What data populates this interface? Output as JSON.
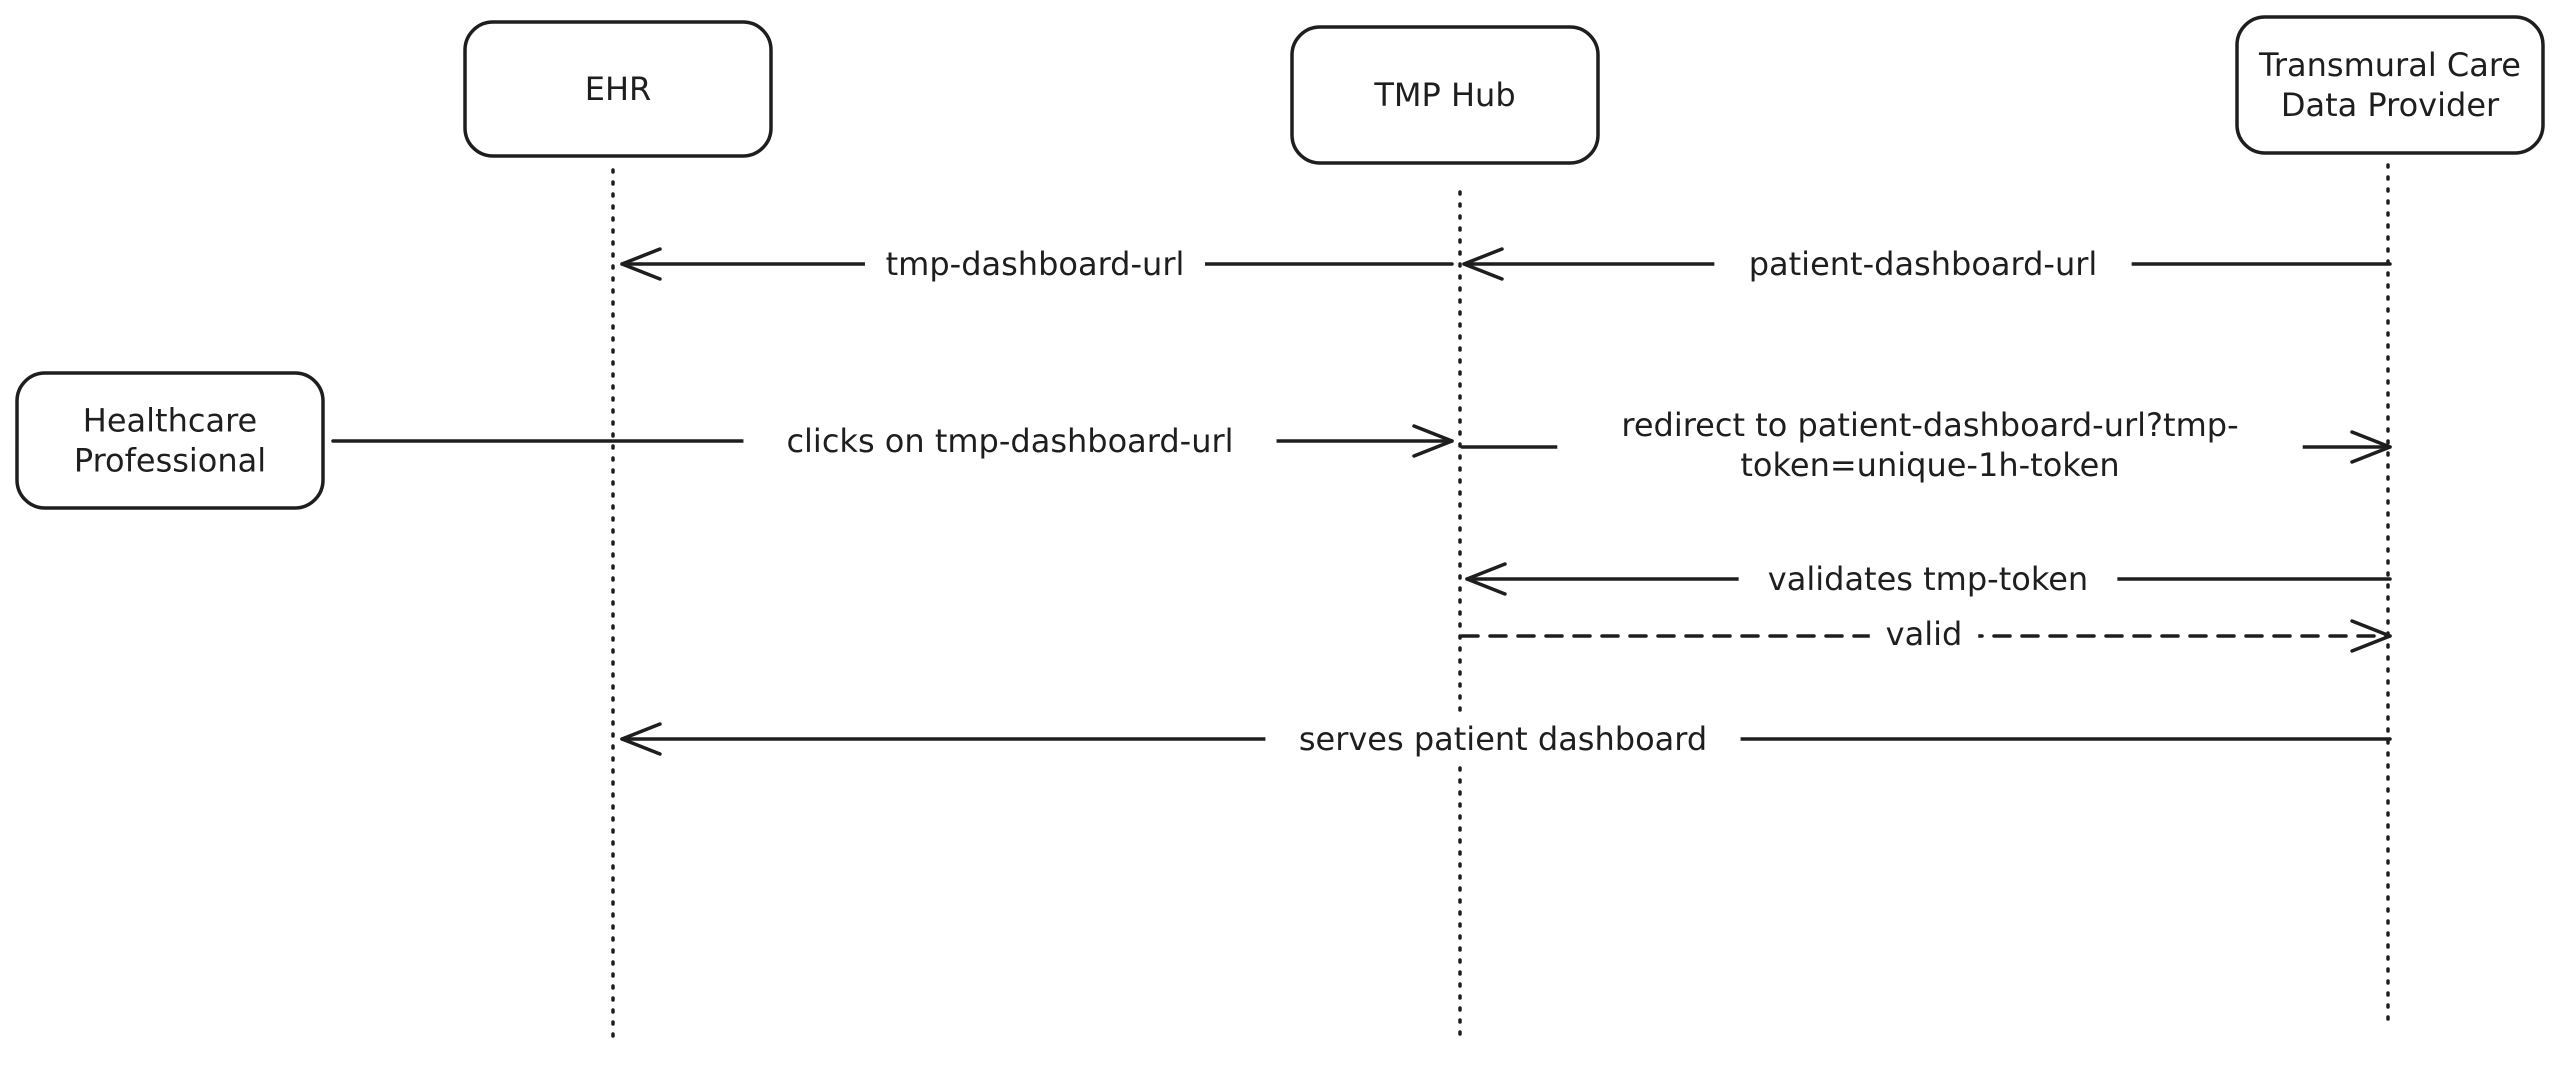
{
  "actors": [
    {
      "id": "ehr",
      "lines": [
        "EHR"
      ]
    },
    {
      "id": "tmp-hub",
      "lines": [
        "TMP Hub"
      ]
    },
    {
      "id": "provider",
      "lines": [
        "Transmural Care",
        "Data Provider"
      ]
    },
    {
      "id": "hcp",
      "lines": [
        "Healthcare",
        "Professional"
      ]
    }
  ],
  "messages": [
    {
      "from": "tmp-hub",
      "to": "ehr",
      "lines": [
        "tmp-dashboard-url"
      ],
      "style": "solid"
    },
    {
      "from": "provider",
      "to": "tmp-hub",
      "lines": [
        "patient-dashboard-url"
      ],
      "style": "solid"
    },
    {
      "from": "hcp",
      "to": "tmp-hub",
      "lines": [
        "clicks on tmp-dashboard-url"
      ],
      "style": "solid"
    },
    {
      "from": "tmp-hub",
      "to": "provider",
      "lines": [
        "redirect to patient-dashboard-url?tmp-",
        "token=unique-1h-token"
      ],
      "style": "solid"
    },
    {
      "from": "provider",
      "to": "tmp-hub",
      "lines": [
        "validates tmp-token"
      ],
      "style": "solid"
    },
    {
      "from": "tmp-hub",
      "to": "provider",
      "lines": [
        "valid"
      ],
      "style": "dashed"
    },
    {
      "from": "provider",
      "to": "ehr",
      "lines": [
        "serves patient dashboard"
      ],
      "style": "solid"
    }
  ]
}
